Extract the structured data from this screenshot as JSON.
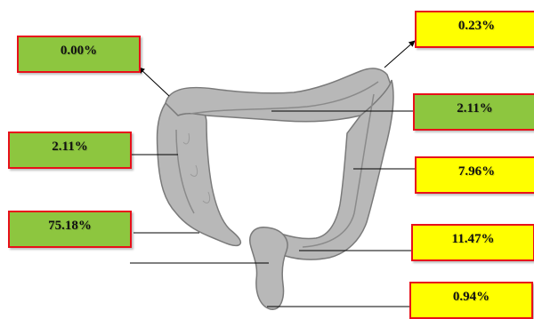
{
  "colors": {
    "green": "#8dc63f",
    "yellow": "#ffff00",
    "border": "#e8101a",
    "organ_fill": "#b8b8b8",
    "organ_stroke": "#7a7a7a"
  },
  "labels": [
    {
      "id": "rectum",
      "text": "0.00%",
      "color": "green"
    },
    {
      "id": "right-colon",
      "text": "2.11%",
      "color": "green"
    },
    {
      "id": "cecum",
      "text": "75.18%",
      "color": "green"
    },
    {
      "id": "splenic-flexure",
      "text": "0.23%",
      "color": "yellow"
    },
    {
      "id": "transverse-colon",
      "text": "2.11%",
      "color": "green"
    },
    {
      "id": "descending-colon",
      "text": "7.96%",
      "color": "yellow"
    },
    {
      "id": "sigmoid-colon",
      "text": "11.47%",
      "color": "yellow"
    },
    {
      "id": "anal-region",
      "text": "0.94%",
      "color": "yellow"
    }
  ]
}
